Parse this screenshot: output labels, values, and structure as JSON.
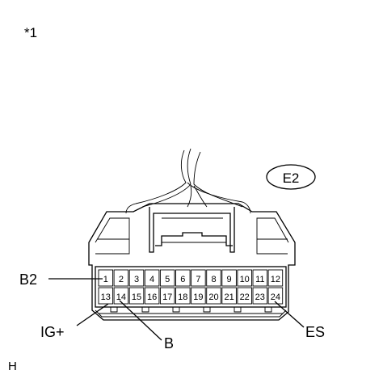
{
  "figure": {
    "callout": "*1",
    "connector_code": "E2",
    "corner_mark": "H"
  },
  "pins": {
    "top_row": [
      "1",
      "2",
      "3",
      "4",
      "5",
      "6",
      "7",
      "8",
      "9",
      "10",
      "11",
      "12"
    ],
    "bottom_row": [
      "13",
      "14",
      "15",
      "16",
      "17",
      "18",
      "19",
      "20",
      "21",
      "22",
      "23",
      "24"
    ]
  },
  "terminals": {
    "b2": "B2",
    "ig": "IG+",
    "b": "B",
    "es": "ES"
  }
}
